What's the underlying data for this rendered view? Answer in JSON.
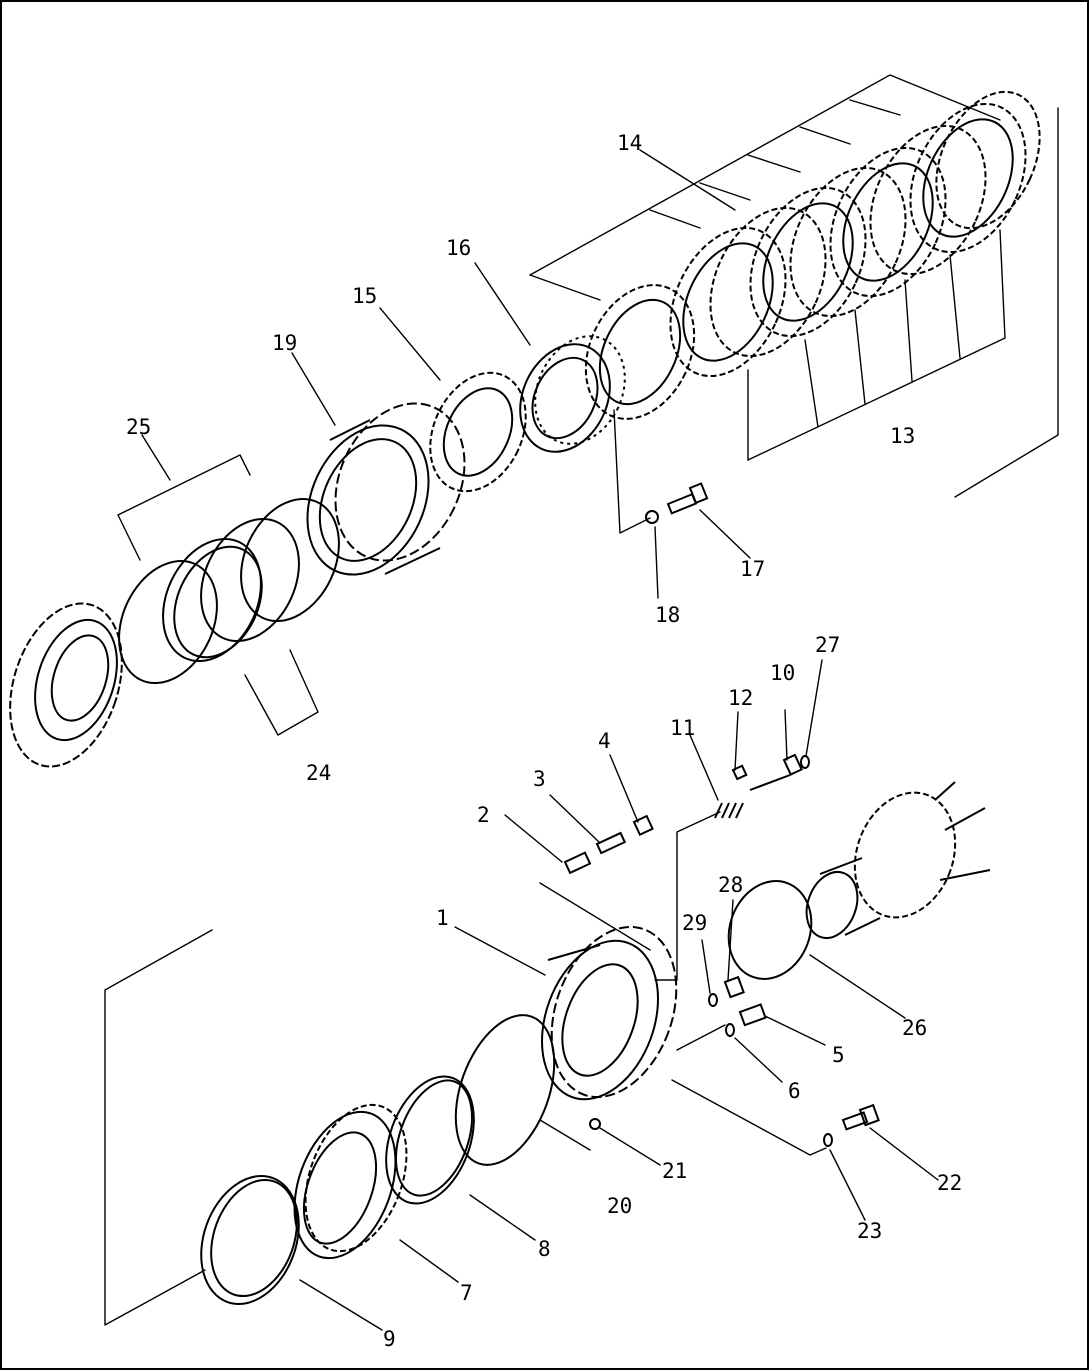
{
  "labels": {
    "p1": "1",
    "p2": "2",
    "p3": "3",
    "p4": "4",
    "p5": "5",
    "p6": "6",
    "p7": "7",
    "p8": "8",
    "p9": "9",
    "p10": "10",
    "p11": "11",
    "p12": "12",
    "p13": "13",
    "p14": "14",
    "p15": "15",
    "p16": "16",
    "p17": "17",
    "p18": "18",
    "p19": "19",
    "p20": "20",
    "p21": "21",
    "p22": "22",
    "p23": "23",
    "p24": "24",
    "p25": "25",
    "p26": "26",
    "p27": "27",
    "p28": "28",
    "p29": "29"
  }
}
